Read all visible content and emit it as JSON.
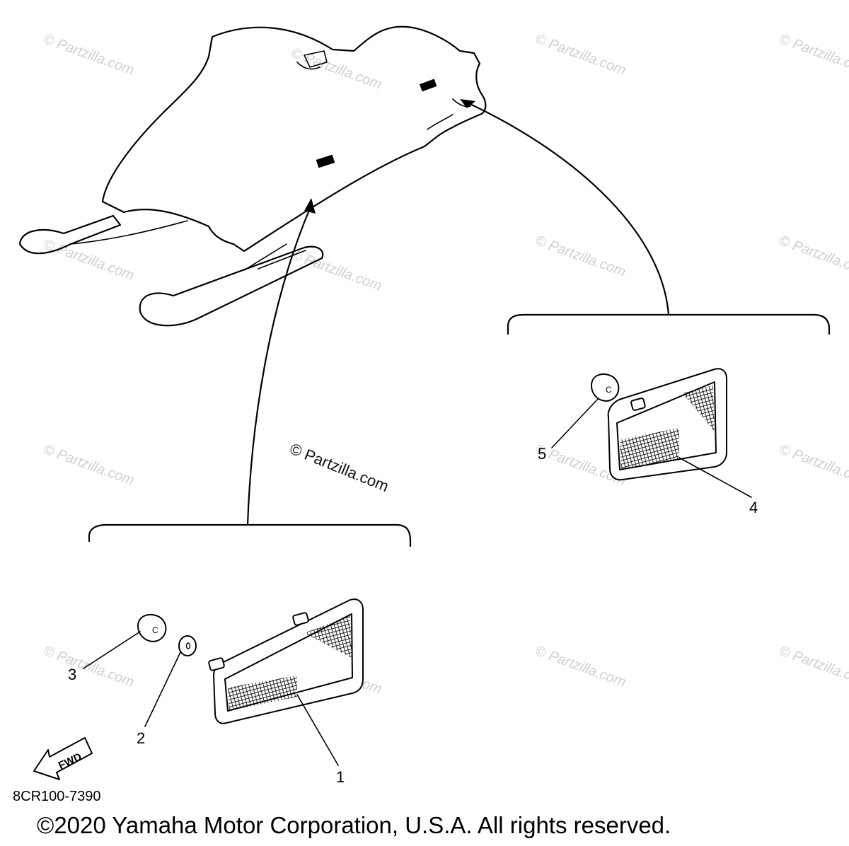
{
  "diagram": {
    "callouts": [
      {
        "number": "1"
      },
      {
        "number": "2"
      },
      {
        "number": "3"
      },
      {
        "number": "4"
      },
      {
        "number": "5"
      }
    ],
    "diagram_code": "8CR100-7390",
    "fwd_label": "FWD",
    "copyright": "©2020 Yamaha Motor Corporation, U.S.A. All rights reserved.",
    "watermark": "© Partzilla.com",
    "watermark_main": "© Partzilla.com"
  }
}
